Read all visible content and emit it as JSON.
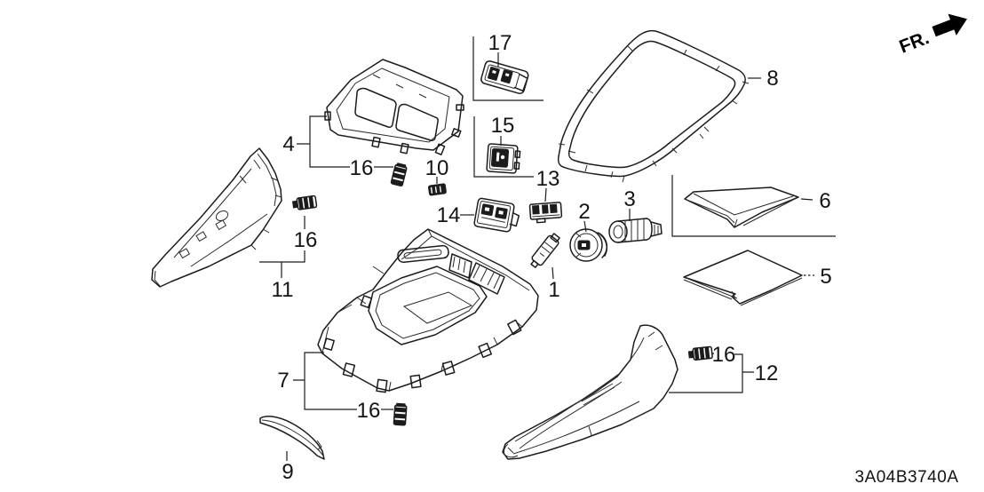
{
  "diagram": {
    "code": "3A04B3740A",
    "direction_label": "FR.",
    "parts": [
      {
        "number": "4",
        "name": "shift-console-garnish-panel"
      },
      {
        "number": "17",
        "name": "console-switch-upper"
      },
      {
        "number": "15",
        "name": "console-switch-square"
      },
      {
        "number": "16",
        "name": "mounting-clip-top"
      },
      {
        "number": "10",
        "name": "clip-small"
      },
      {
        "number": "13",
        "name": "wire-connector"
      },
      {
        "number": "14",
        "name": "console-switch-dual"
      },
      {
        "number": "8",
        "name": "console-upper-frame"
      },
      {
        "number": "6",
        "name": "console-mat-front"
      },
      {
        "number": "5",
        "name": "console-mat-rear"
      },
      {
        "number": "11",
        "name": "console-side-panel-left"
      },
      {
        "number": "16",
        "name": "mounting-clip-left"
      },
      {
        "number": "2",
        "name": "accessory-socket-cap"
      },
      {
        "number": "3",
        "name": "accessory-power-socket"
      },
      {
        "number": "1",
        "name": "socket-bulb"
      },
      {
        "number": "7",
        "name": "console-body"
      },
      {
        "number": "16",
        "name": "mounting-clip-bottom"
      },
      {
        "number": "9",
        "name": "console-front-trim"
      },
      {
        "number": "12",
        "name": "console-side-panel-right"
      },
      {
        "number": "16",
        "name": "mounting-clip-right"
      }
    ]
  }
}
